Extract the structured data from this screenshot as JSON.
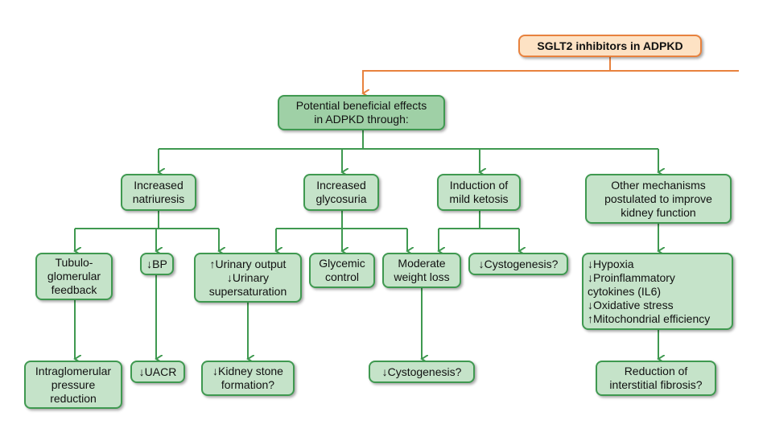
{
  "colors": {
    "green_line": "#3f9950",
    "orange_line": "#e8823e",
    "node_fill": "#c5e3c9",
    "root_fill": "#fde2c4"
  },
  "diagram": {
    "root": "SGLT2 inhibitors in ADPKD",
    "hub": "Potential beneficial effects\nin ADPKD through:",
    "natriuresis": "Increased\nnatriuresis",
    "glycosuria": "Increased\nglycosuria",
    "ketosis": "Induction of\nmild ketosis",
    "other": "Other mechanisms\npostulated to improve\nkidney function",
    "tgf": "Tubulo-\nglomerular\nfeedback",
    "bp": "↓BP",
    "urinary": "↑Urinary output\n↓Urinary\nsupersaturation",
    "glycemic": "Glycemic\ncontrol",
    "weight": "Moderate\nweight loss",
    "cysto1": "↓Cystogenesis?",
    "mechs": "↓Hypoxia\n↓Proinflammatory\ncytokines (IL6)\n↓Oxidative stress\n↑Mitochondrial efficiency",
    "intra": "Intraglomerular\npressure\nreduction",
    "uacr": "↓UACR",
    "kidney_stone": "↓Kidney stone\nformation?",
    "cysto2": "↓Cystogenesis?",
    "fibrosis": "Reduction of\ninterstitial fibrosis?"
  }
}
